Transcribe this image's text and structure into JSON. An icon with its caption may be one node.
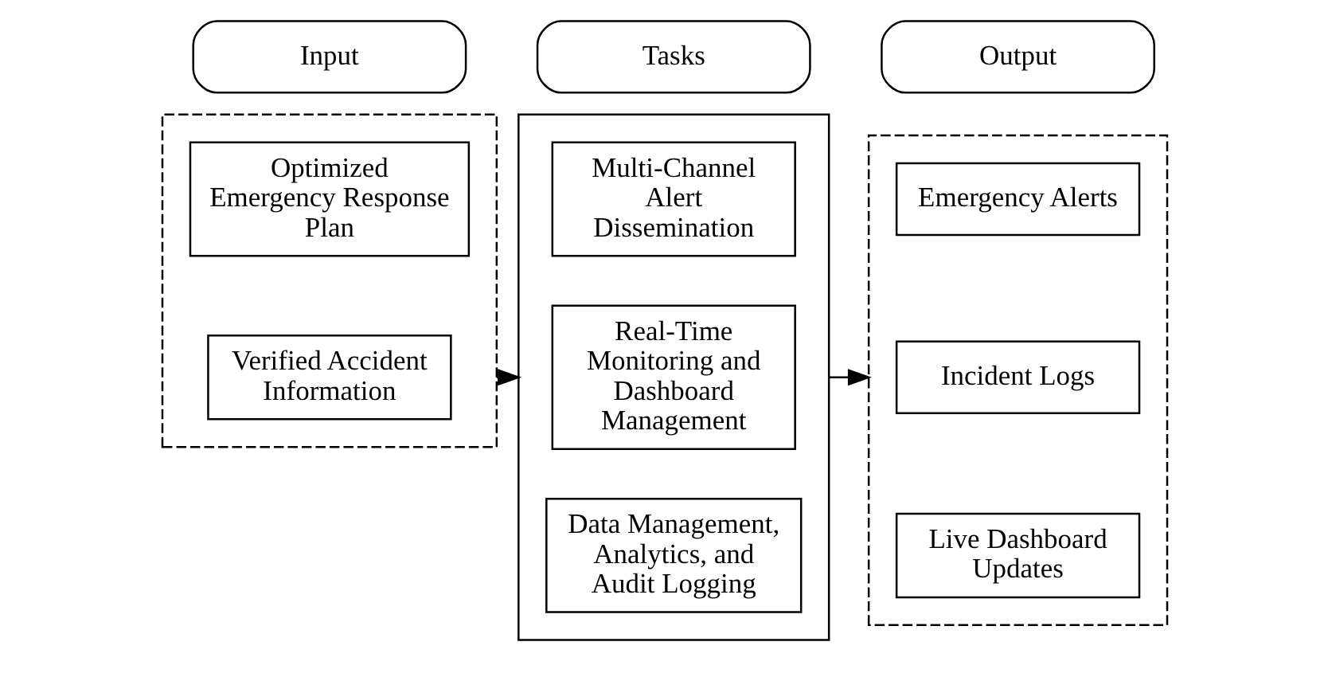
{
  "diagram": {
    "nodes": [
      {
        "text": [
          "Input"
        ]
      },
      {
        "text": [
          "Tasks"
        ]
      },
      {
        "text": [
          "Output"
        ]
      },
      {
        "text": [],
        "shape": "box"
      },
      {
        "text": [
          "Optimized Emergency Response Plan"
        ],
        "in": 3
      },
      {
        "text": [
          "Verified Accident Information"
        ],
        "in": 3
      },
      {
        "text": [],
        "shape": "box"
      },
      {
        "text": [
          "Multi-Channel Alert Dissemination"
        ],
        "in": 6
      },
      {
        "text": [
          "Real-Time Monitoring and Dashboard Management"
        ],
        "in": 6
      },
      {
        "text": [
          "Data Management, Analytics, and Audit Logging"
        ],
        "in": 6
      },
      {
        "text": [],
        "shape": "box"
      },
      {
        "text": [
          "Emergency Alerts"
        ],
        "in": 10
      },
      {
        "text": [
          "Incident Logs"
        ],
        "in": 10
      },
      {
        "text": [
          "Live Dashboard Updates"
        ],
        "in": 10
      }
    ],
    "edges": [
      {
        "from": 3,
        "to": 6,
        "arrow": "to"
      },
      {
        "from": 6,
        "to": 10,
        "arrow": "to"
      }
    ]
  }
}
